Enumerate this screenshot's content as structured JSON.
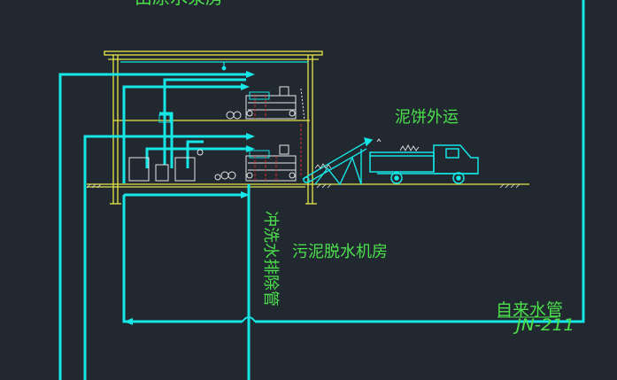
{
  "labels": {
    "top_cut": "由原水泵房",
    "cake_transport": "泥饼外运",
    "flush_drain": "冲洗水排除管",
    "room": "污泥脱水机房",
    "tap_water": "自来水管",
    "code": "JN-211"
  },
  "colors": {
    "background": "#212830",
    "pipe": "#16e6e6",
    "structure": "#e6e64a",
    "equipment": "#e6e6e6",
    "text": "#4be04b",
    "accent": "#d63030"
  }
}
